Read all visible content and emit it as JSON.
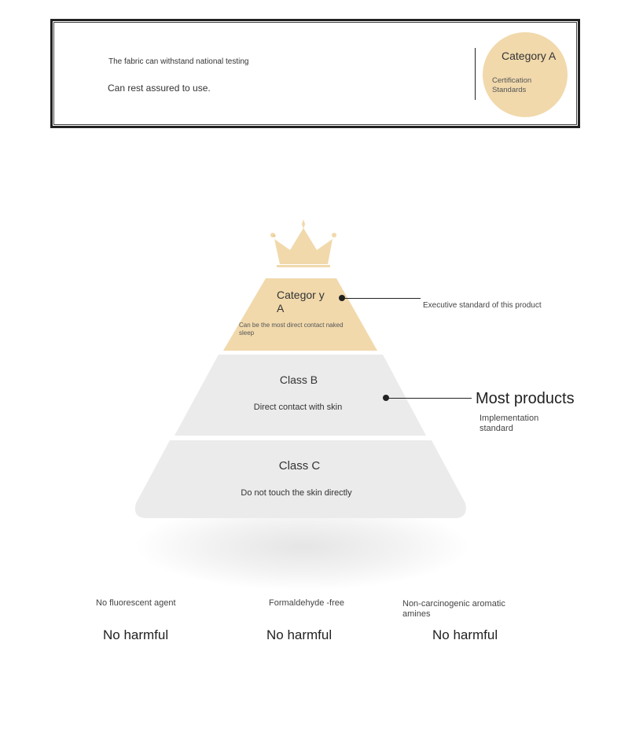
{
  "top_box": {
    "line1": "The fabric can withstand national testing",
    "line2": "Can rest assured to use.",
    "cert_title": "Category A",
    "cert_subtitle": "Certification Standards"
  },
  "pyramid": {
    "icon": "crown-icon",
    "tiers": [
      {
        "title": "Categor y A",
        "description": "Can be the most direct contact naked sleep",
        "color": "#f1d9ac"
      },
      {
        "title": "Class B",
        "description": "Direct contact with skin",
        "color": "#ebebeb"
      },
      {
        "title": "Class C",
        "description": "Do not touch the skin directly",
        "color": "#ebebeb"
      }
    ],
    "callouts": {
      "executive": "Executive standard of this product",
      "most_products": "Most products",
      "implementation": "Implementation standard"
    }
  },
  "features": [
    {
      "label": "No fluorescent agent",
      "value": "No harmful"
    },
    {
      "label": "Formaldehyde -free",
      "value": "No harmful"
    },
    {
      "label": "Non-carcinogenic aromatic amines",
      "value": "No harmful"
    }
  ],
  "colors": {
    "accent": "#f1d9ac",
    "tier_gray": "#ebebeb",
    "ink": "#222222"
  }
}
